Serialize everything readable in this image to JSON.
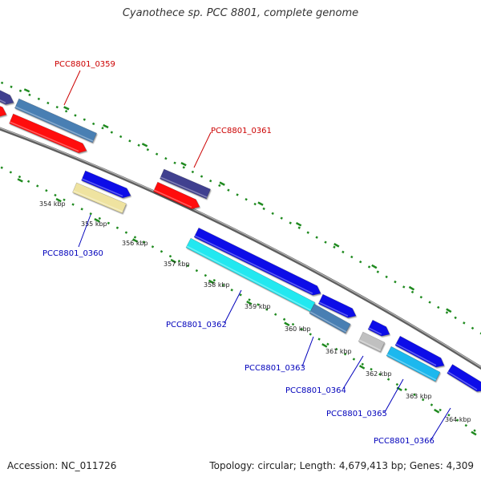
{
  "title": "Cyanothece sp. PCC 8801, complete genome",
  "footer": {
    "accession": "Accession: NC_011726",
    "topology": "Topology: circular; Length: 4,679,413 bp; Genes: 4,309"
  },
  "colors": {
    "backbone": "#7f7f7f",
    "tick_marks": "#1f8a1f",
    "label_forward": "#cc0000",
    "label_reverse": "#0000bb",
    "gene_navy": "#3f3f8f",
    "gene_steelblue": "#4a7fb3",
    "gene_red": "#ff1010",
    "gene_blue": "#1010e8",
    "gene_khaki": "#efe3a0",
    "gene_cyan": "#22e8f0",
    "gene_skyblue": "#1ab8ee",
    "gene_gray": "#c0c0c0"
  },
  "ticks": [
    "354 kbp",
    "355 kbp",
    "356 kbp",
    "357 kbp",
    "358 kbp",
    "359 kbp",
    "360 kbp",
    "361 kbp",
    "362 kbp",
    "363 kbp",
    "364 kbp"
  ],
  "gene_labels": {
    "g0359": "PCC8801_0359",
    "g0360": "PCC8801_0360",
    "g0361": "PCC8801_0361",
    "g0362": "PCC8801_0362",
    "g0363": "PCC8801_0363",
    "g0364": "PCC8801_0364",
    "g0365": "PCC8801_0365",
    "g0366": "PCC8801_0366"
  }
}
